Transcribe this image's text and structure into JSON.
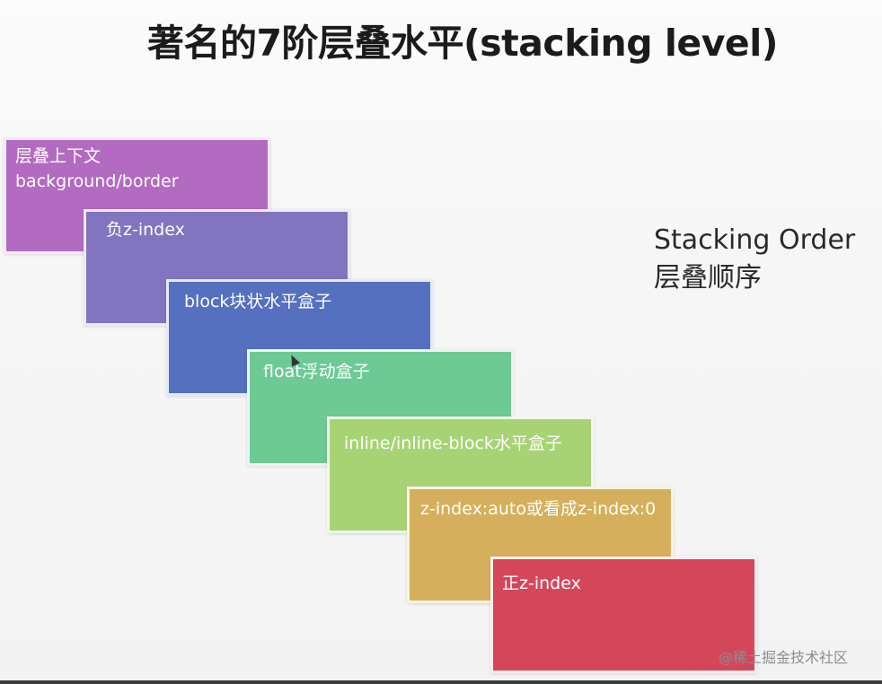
{
  "title": "著名的7阶层叠水平(stacking level)",
  "layers": [
    {
      "lines": [
        "层叠上下文",
        "background/border"
      ],
      "color": "#b26bc0"
    },
    {
      "lines": [
        "负z-index"
      ],
      "color": "#8275bf"
    },
    {
      "lines": [
        "block块状水平盒子"
      ],
      "color": "#5470bf"
    },
    {
      "lines": [
        "float浮动盒子"
      ],
      "color": "#6dca95"
    },
    {
      "lines": [
        "inline/inline-block水平盒子"
      ],
      "color": "#a7d375"
    },
    {
      "lines": [
        "z-index:auto或看成z-index:0"
      ],
      "color": "#d5af5b"
    },
    {
      "lines": [
        "正z-index"
      ],
      "color": "#d4475b"
    }
  ],
  "side_label": {
    "line1": "Stacking Order",
    "line2": "层叠顺序"
  },
  "watermark": "@稀土掘金技术社区"
}
